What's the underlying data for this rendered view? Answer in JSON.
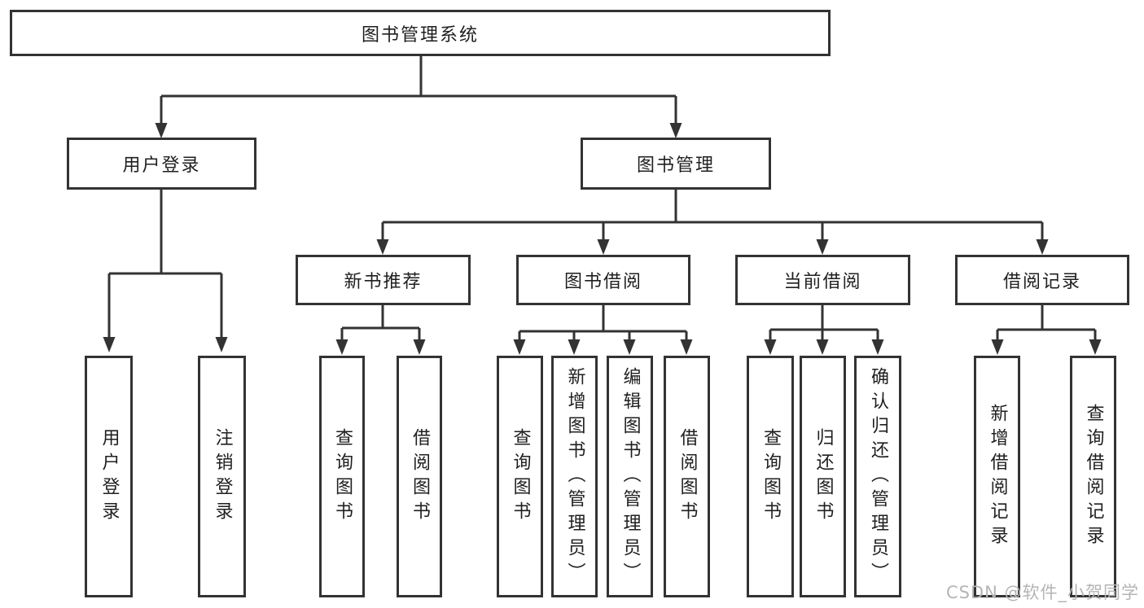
{
  "tree": {
    "root": {
      "label": "图书管理系统"
    },
    "children": [
      {
        "label": "用户登录",
        "children": [
          {
            "label": "用户登录"
          },
          {
            "label": "注销登录"
          }
        ]
      },
      {
        "label": "图书管理",
        "children": [
          {
            "label": "新书推荐",
            "children": [
              {
                "label": "查询图书"
              },
              {
                "label": "借阅图书"
              }
            ]
          },
          {
            "label": "图书借阅",
            "children": [
              {
                "label": "查询图书"
              },
              {
                "label": "新增图书（管理员）"
              },
              {
                "label": "编辑图书（管理员）"
              },
              {
                "label": "借阅图书"
              }
            ]
          },
          {
            "label": "当前借阅",
            "children": [
              {
                "label": "查询图书"
              },
              {
                "label": "归还图书"
              },
              {
                "label": "确认归还（管理员）"
              }
            ]
          },
          {
            "label": "借阅记录",
            "children": [
              {
                "label": "新增借阅记录"
              },
              {
                "label": "查询借阅记录"
              }
            ]
          }
        ]
      }
    ]
  },
  "watermark": {
    "text": "CSDN @软件_小贺同学"
  },
  "colors": {
    "line": "#333333",
    "text": "#1f1f1f",
    "watermark": "#b5b5b5"
  }
}
